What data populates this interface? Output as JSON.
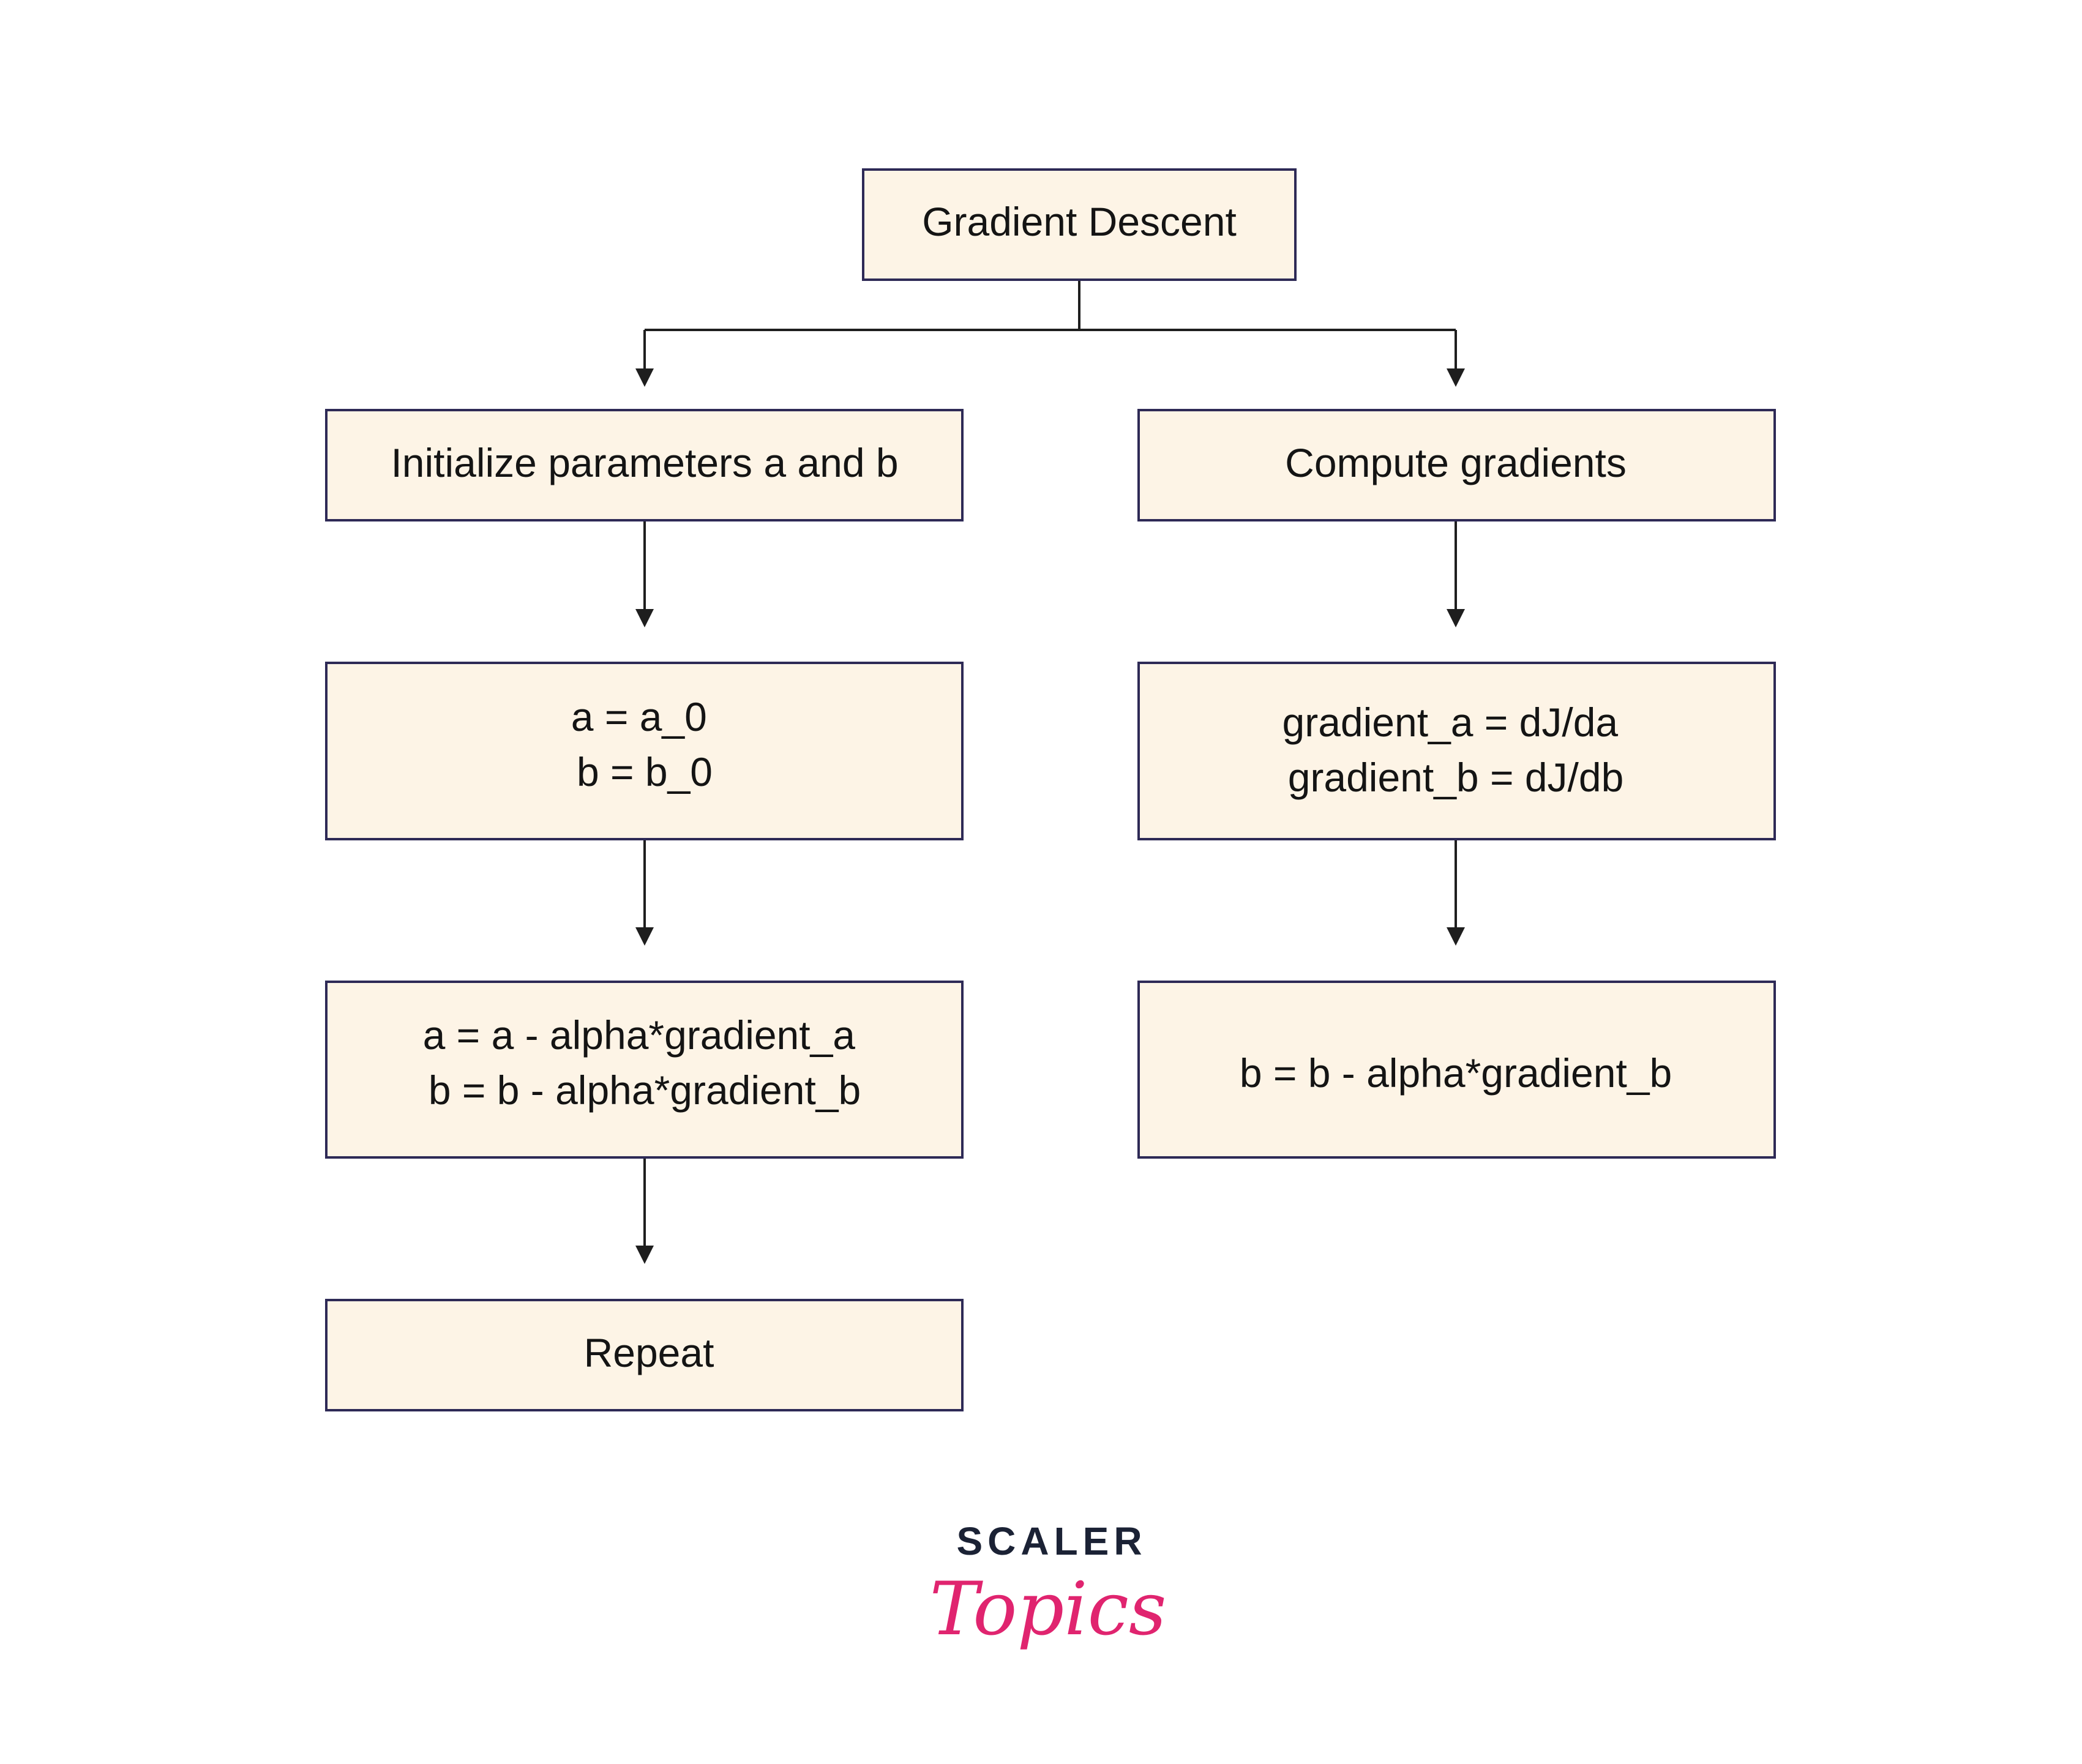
{
  "diagram": {
    "nodes": {
      "root": {
        "lines": [
          "Gradient Descent"
        ]
      },
      "init": {
        "lines": [
          "Initialize parameters a and b"
        ]
      },
      "compute": {
        "lines": [
          "Compute gradients"
        ]
      },
      "assign": {
        "lines": [
          "a = a_0",
          "b = b_0"
        ]
      },
      "grads": {
        "lines": [
          "gradient_a = dJ/da",
          "gradient_b = dJ/db"
        ]
      },
      "update_ab": {
        "lines": [
          "a = a - alpha*gradient_a",
          "b = b - alpha*gradient_b"
        ]
      },
      "update_b": {
        "lines": [
          "b = b - alpha*gradient_b"
        ]
      },
      "repeat": {
        "lines": [
          "Repeat"
        ]
      }
    },
    "edges": [
      {
        "from": "root",
        "to": "init"
      },
      {
        "from": "root",
        "to": "compute"
      },
      {
        "from": "init",
        "to": "assign"
      },
      {
        "from": "assign",
        "to": "update_ab"
      },
      {
        "from": "update_ab",
        "to": "repeat"
      },
      {
        "from": "compute",
        "to": "grads"
      },
      {
        "from": "grads",
        "to": "update_b"
      }
    ]
  },
  "brand": {
    "line1": "SCALER",
    "line2": "Topics",
    "color_dark": "#1b2235",
    "color_accent": "#e0246f"
  },
  "colors": {
    "box_fill": "#fdf4e6",
    "box_stroke": "#2e2a56",
    "arrow": "#1e1e1e"
  }
}
